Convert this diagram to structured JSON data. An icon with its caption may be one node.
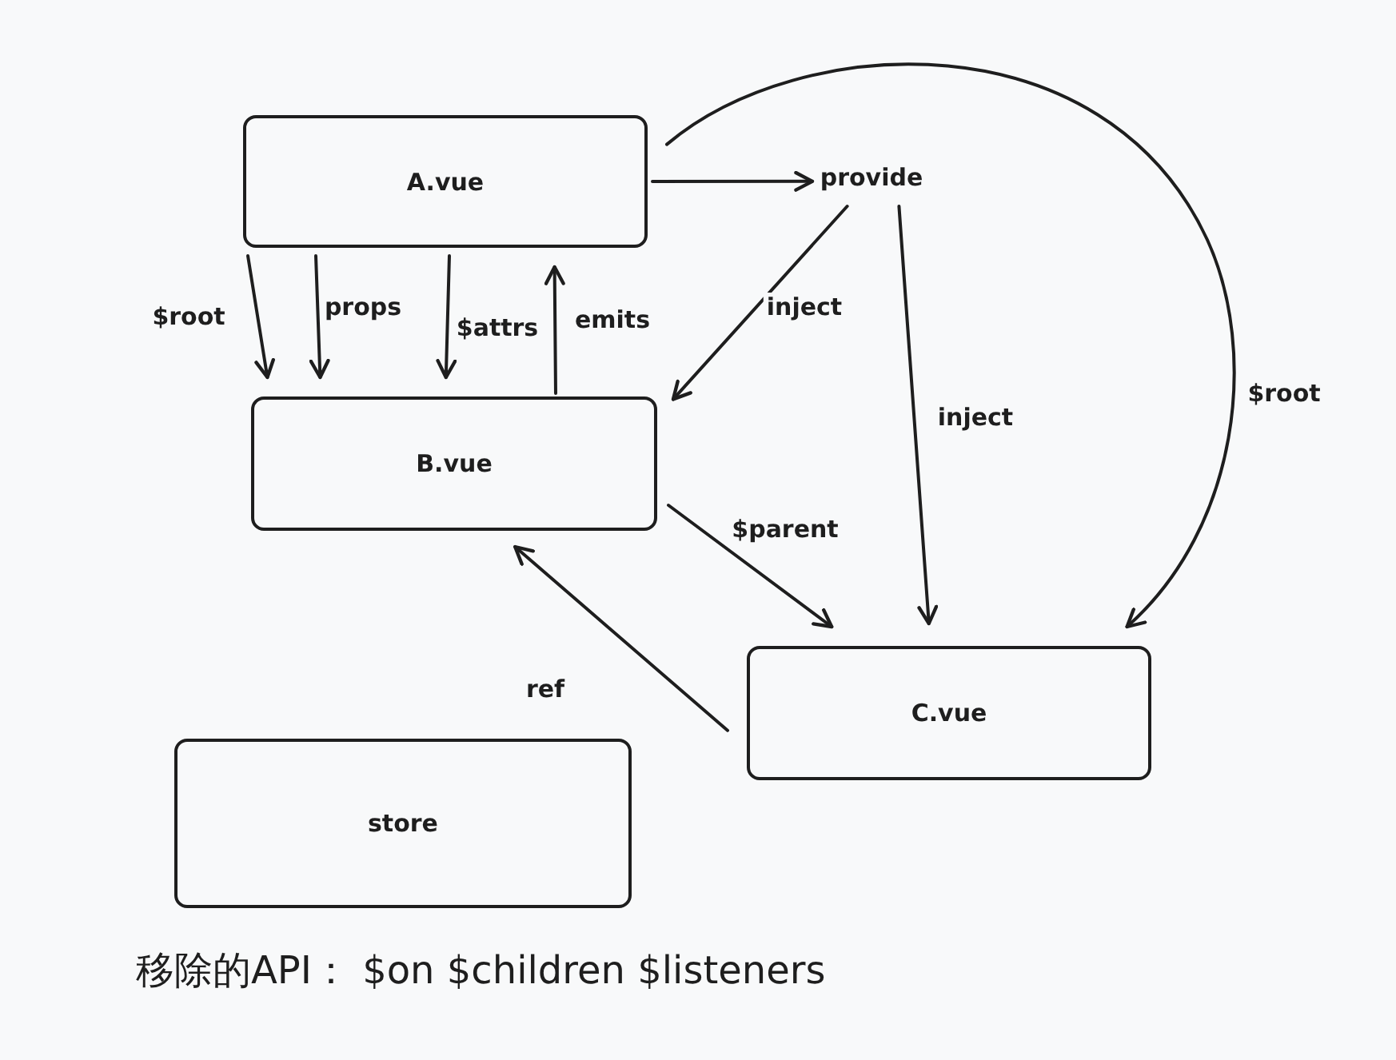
{
  "diagram": {
    "nodes": [
      {
        "text": [
          "A.vue"
        ]
      },
      {
        "text": [
          "provide"
        ]
      },
      {
        "text": [
          "B.vue"
        ]
      },
      {
        "text": [
          "C.vue"
        ]
      },
      {
        "text": [
          "store"
        ]
      }
    ],
    "edges": [
      {
        "from": 0,
        "to": 2,
        "arrow": "to",
        "label": "$root"
      },
      {
        "from": 0,
        "to": 2,
        "arrow": "to",
        "label": "props"
      },
      {
        "from": 0,
        "to": 2,
        "arrow": "to",
        "label": "$attrs"
      },
      {
        "from": 2,
        "to": 0,
        "arrow": "to",
        "label": "emits"
      },
      {
        "from": 0,
        "to": 1,
        "arrow": "to"
      },
      {
        "from": 1,
        "to": 2,
        "arrow": "to",
        "label": "inject"
      },
      {
        "from": 1,
        "to": 3,
        "arrow": "to",
        "label": "inject"
      },
      {
        "from": 0,
        "to": 3,
        "arrow": "to",
        "label": "$root"
      },
      {
        "from": 2,
        "to": 3,
        "arrow": "to",
        "label": "$parent"
      },
      {
        "from": 3,
        "to": 2,
        "arrow": "to",
        "label": "ref"
      }
    ],
    "labels": [
      "移除的API： $on $children $listeners"
    ]
  }
}
